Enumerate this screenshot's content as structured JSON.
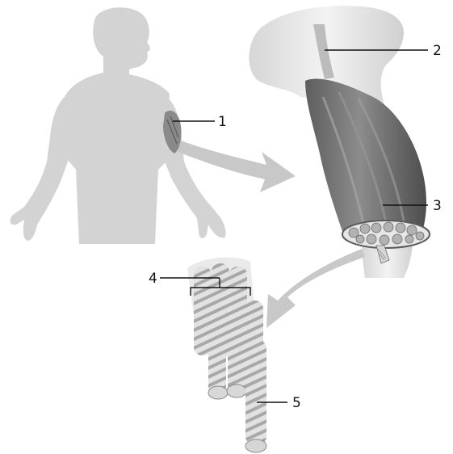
{
  "callouts": [
    {
      "number": "1"
    },
    {
      "number": "2"
    },
    {
      "number": "3"
    },
    {
      "number": "4"
    },
    {
      "number": "5"
    }
  ],
  "colors": {
    "silhouette": "#d3d3d3",
    "arrow": "#c8c8c8",
    "muscle_dark": "#6e6e6e",
    "muscle_mid": "#8e8e8e",
    "bone": "#e9e9e9",
    "fascicle": "#bdbdbd"
  },
  "icons": [
    "human-silhouette",
    "muscle-diagram",
    "fascicle-diagram",
    "muscle-fibre-diagram",
    "curved-arrow"
  ]
}
